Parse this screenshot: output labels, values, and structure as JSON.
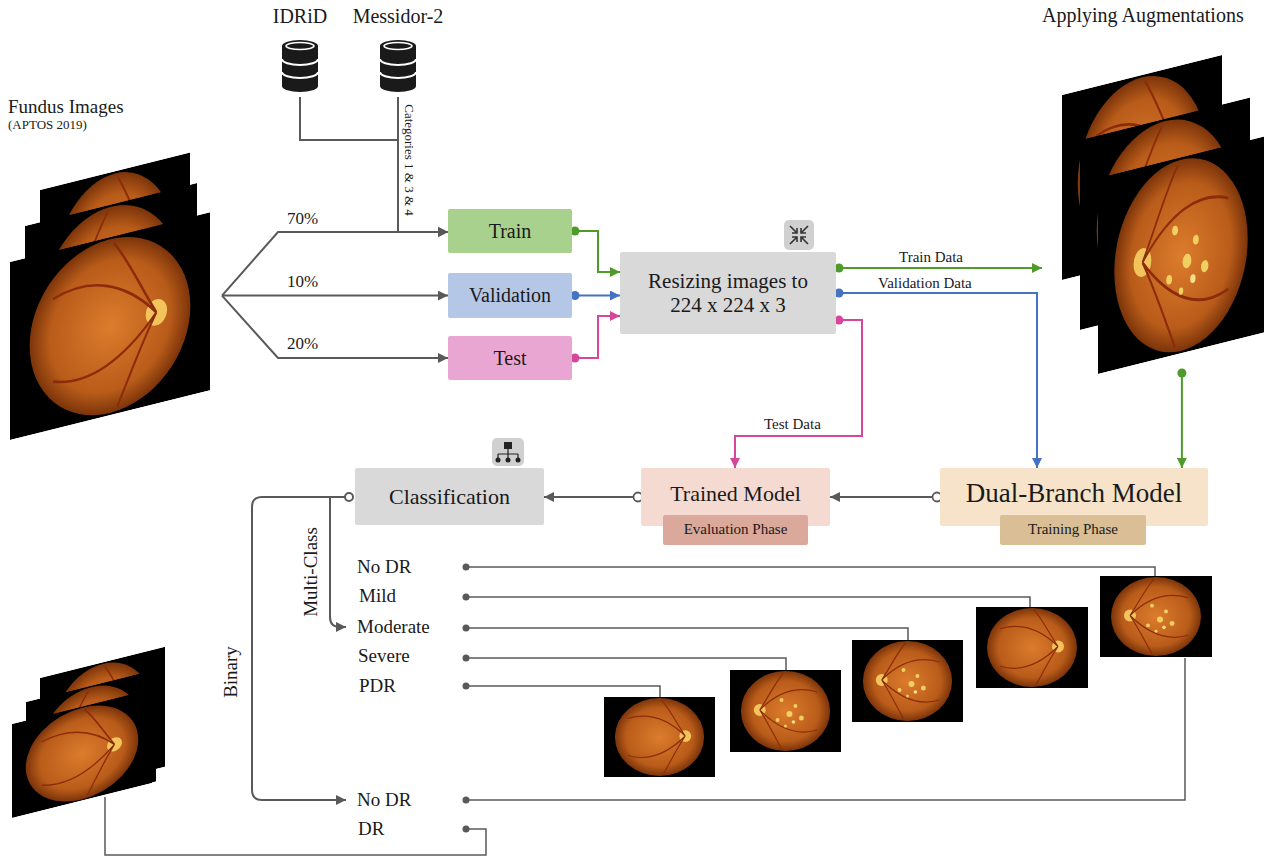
{
  "diagram": {
    "nodes": [
      {
        "text": [
          "Fundus Images",
          "(APTOS 2019)"
        ]
      },
      {
        "text": [
          "IDRiD"
        ]
      },
      {
        "text": [
          "Messidor-2"
        ]
      },
      {
        "text": [
          "Train"
        ]
      },
      {
        "text": [
          "Validation"
        ]
      },
      {
        "text": [
          "Test"
        ]
      },
      {
        "text": [
          "Resizing images to 224 x 224 x 3"
        ]
      },
      {
        "text": [
          "Applying Augmentations"
        ]
      },
      {
        "text": [
          "Dual-Branch Model"
        ]
      },
      {
        "text": [
          "Training Phase"
        ],
        "in": 8
      },
      {
        "text": [
          "Trained Model"
        ]
      },
      {
        "text": [
          "Evaluation Phase"
        ],
        "in": 10
      },
      {
        "text": [
          "Classification"
        ]
      }
    ],
    "edges": [
      {
        "from": 0,
        "to": 3,
        "label": "70%",
        "arrow": "to"
      },
      {
        "from": 0,
        "to": 4,
        "label": "10%",
        "arrow": "to"
      },
      {
        "from": 0,
        "to": 5,
        "label": "20%",
        "arrow": "to"
      },
      {
        "from": 1,
        "to": 3,
        "arrow": "to"
      },
      {
        "from": 2,
        "to": 3,
        "label": "Categories 1 & 3 & 4",
        "arrow": "to"
      },
      {
        "from": 3,
        "to": 6,
        "arrow": "to"
      },
      {
        "from": 4,
        "to": 6,
        "arrow": "to"
      },
      {
        "from": 5,
        "to": 6,
        "arrow": "to"
      },
      {
        "from": 6,
        "to": 7,
        "label": "Train Data",
        "arrow": "to"
      },
      {
        "from": 6,
        "to": 8,
        "label": "Validation Data",
        "arrow": "to"
      },
      {
        "from": 6,
        "to": 10,
        "label": "Test Data",
        "arrow": "to"
      },
      {
        "from": 7,
        "to": 8,
        "arrow": "to"
      },
      {
        "from": 8,
        "to": 10,
        "arrow": "to"
      },
      {
        "from": 10,
        "to": 12,
        "arrow": "to"
      }
    ],
    "labels": [
      "Multi-Class",
      "No DR",
      "Mild",
      "Moderate",
      "Severe",
      "PDR",
      "Binary",
      "No DR",
      "DR"
    ]
  }
}
